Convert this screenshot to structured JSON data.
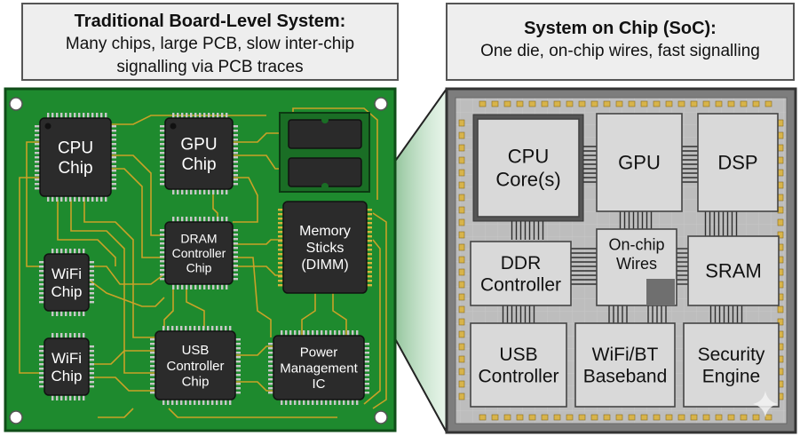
{
  "left_title": {
    "line1": "Traditional Board-Level System:",
    "line2": "Many chips, large PCB, slow inter-chip",
    "line3": "signalling via PCB traces"
  },
  "right_title": {
    "line1": "System on Chip (SoC):",
    "line2": "One die, on-chip wires, fast signalling"
  },
  "board_chips": {
    "cpu": [
      "CPU",
      "Chip"
    ],
    "gpu": [
      "GPU",
      "Chip"
    ],
    "dram": [
      "DRAM",
      "Controller",
      "Chip"
    ],
    "memory": [
      "Memory",
      "Sticks",
      "(DIMM)"
    ],
    "wifi1": [
      "WiFi",
      "Chip"
    ],
    "wifi2": [
      "WiFi",
      "Chip"
    ],
    "usb": [
      "USB",
      "Controller",
      "Chip"
    ],
    "power": [
      "Power",
      "Management",
      "IC"
    ]
  },
  "soc_blocks": {
    "cpu": [
      "CPU",
      "Core(s)"
    ],
    "gpu": [
      "GPU"
    ],
    "dsp": [
      "DSP"
    ],
    "ddr": [
      "DDR",
      "Controller"
    ],
    "wires": [
      "On-chip",
      "Wires"
    ],
    "sram": [
      "SRAM"
    ],
    "usb": [
      "USB",
      "Controller"
    ],
    "wifi": [
      "WiFi/BT",
      "Baseband"
    ],
    "security": [
      "Security",
      "Engine"
    ]
  },
  "colors": {
    "pcb": "#1e8a2e",
    "trace": "#c9a227",
    "chip": "#2b2b2b",
    "die": "#b9b9b9",
    "block": "#d9d9d9",
    "pad": "#d8b44a"
  }
}
